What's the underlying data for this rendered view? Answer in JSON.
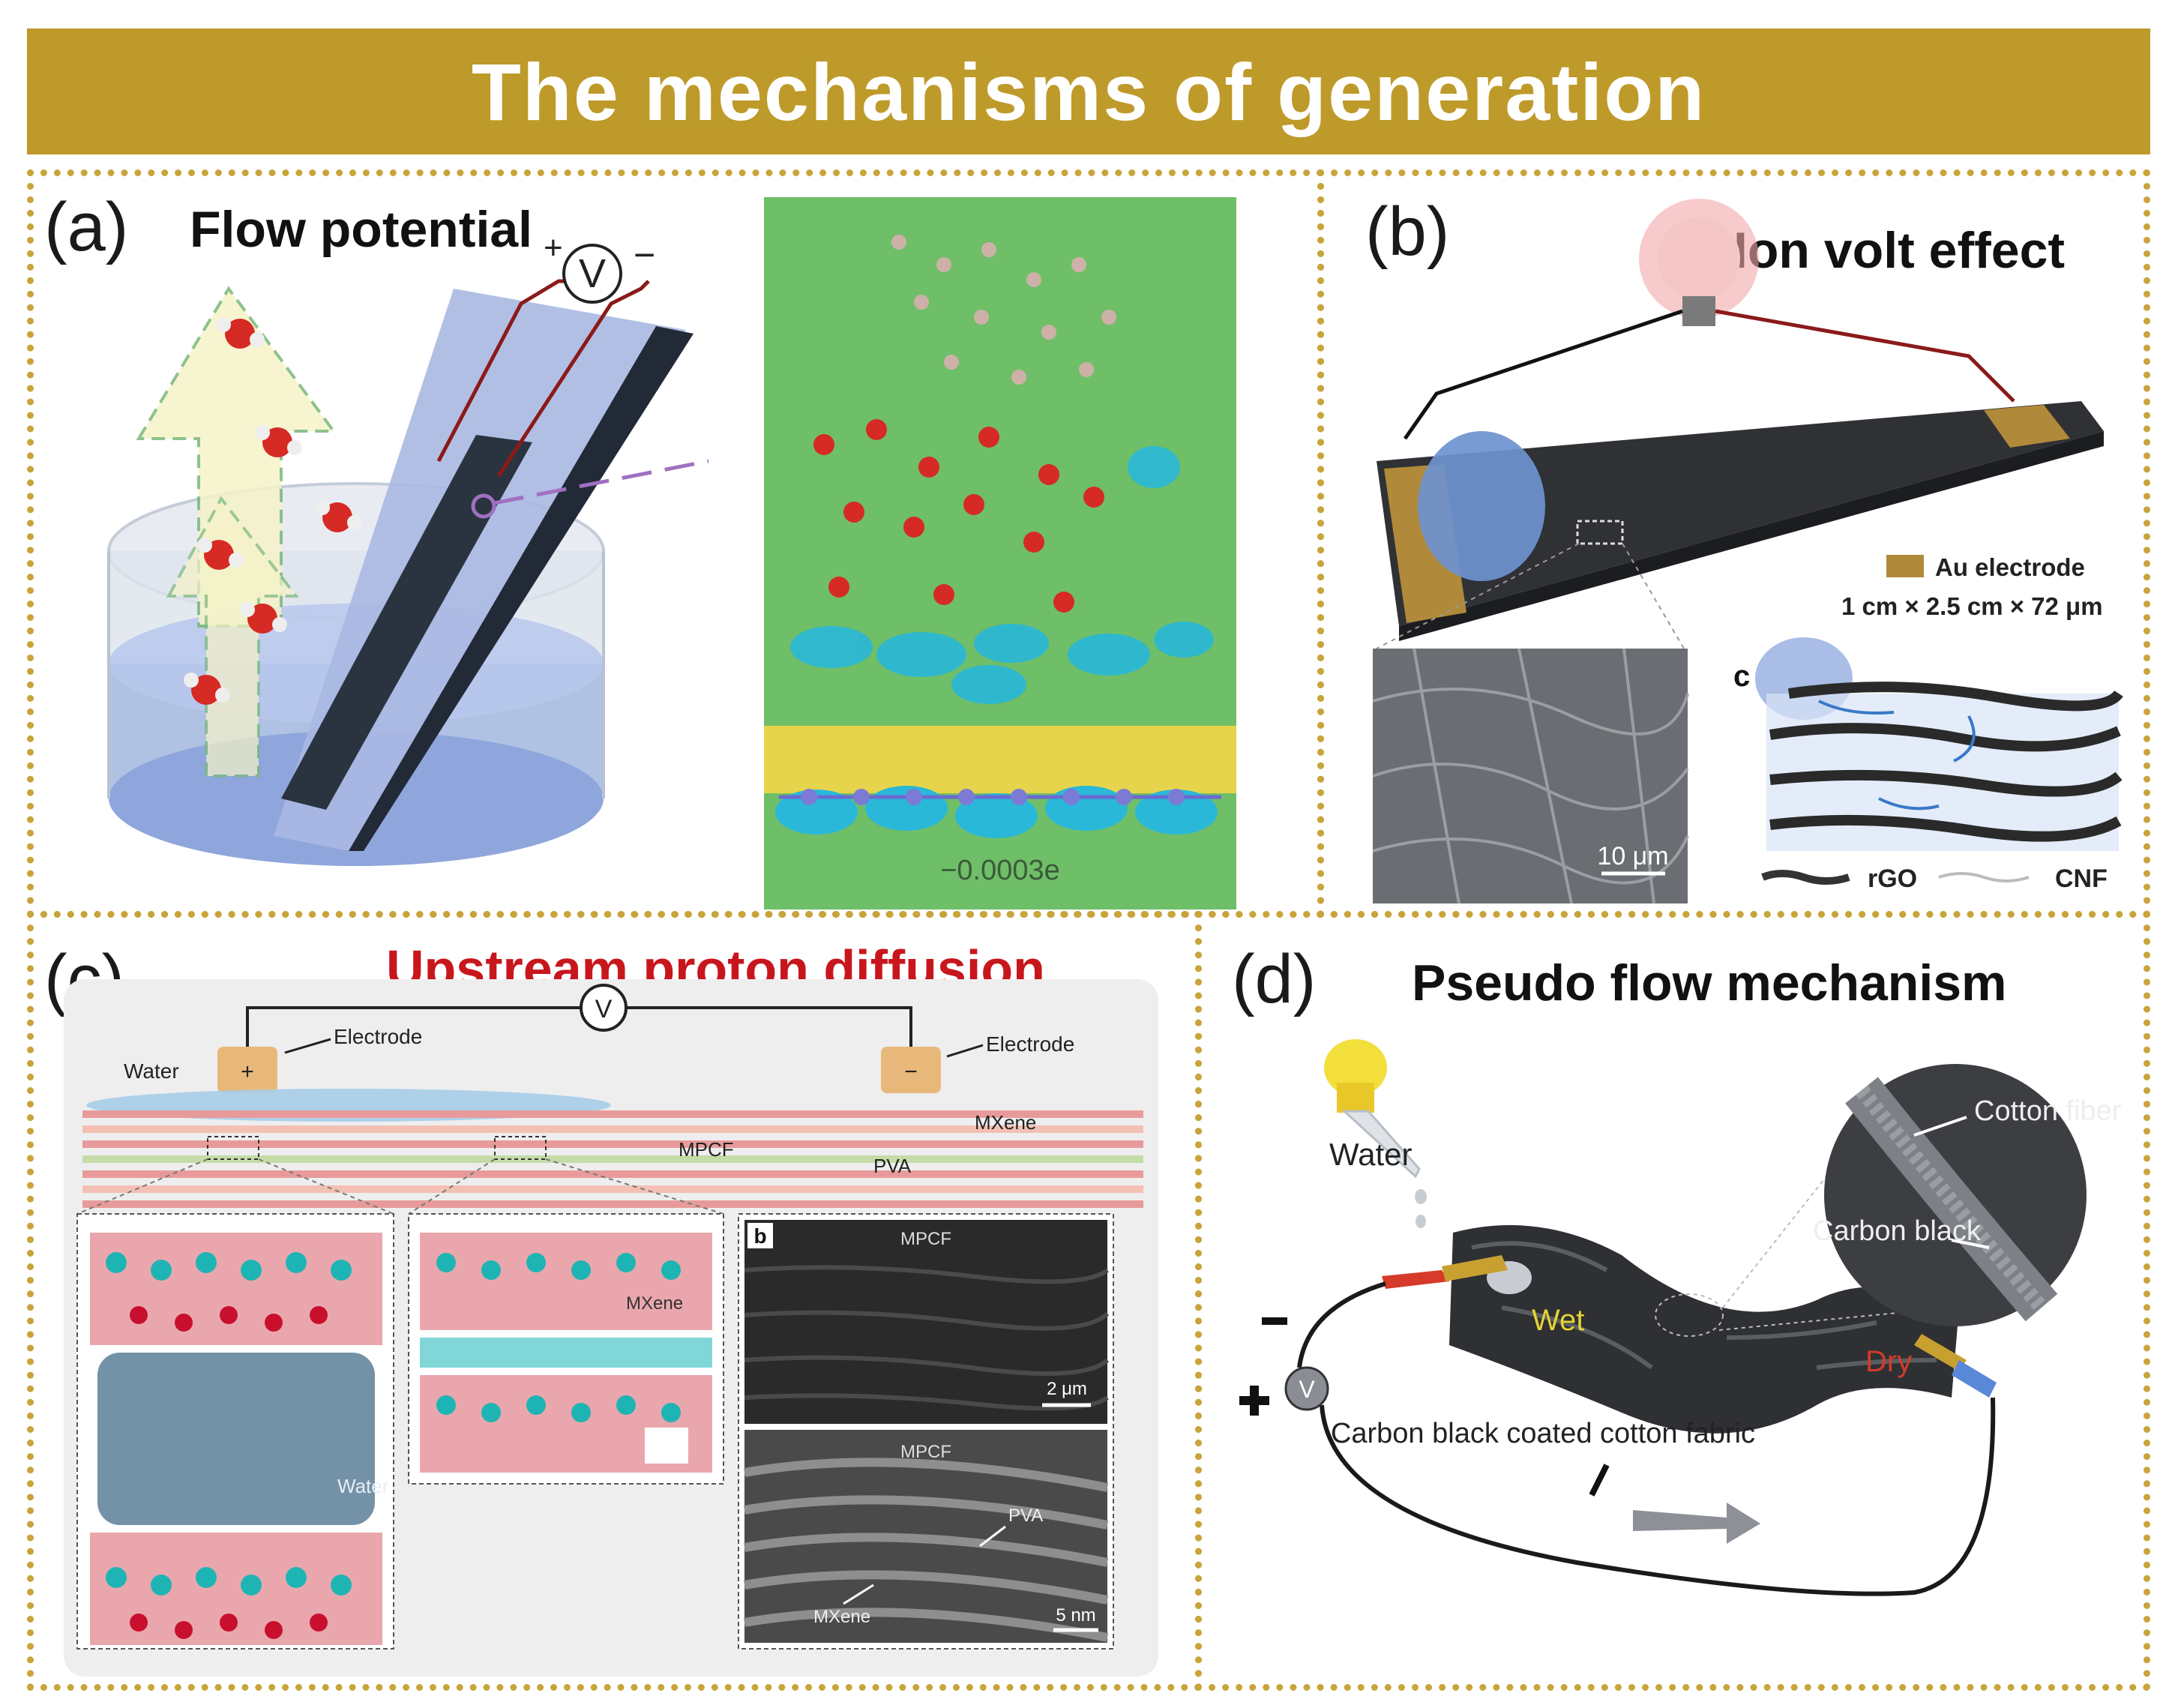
{
  "title": "The mechanisms  of generation",
  "colors": {
    "banner": "#BE9A2A",
    "frame": "#C8A43A",
    "red_heading": "#C8161D"
  },
  "panels": {
    "a": {
      "letter": "(a)",
      "heading": "Flow potential",
      "voltmeter": "V",
      "plus": "+",
      "minus": "−",
      "charge_label": "−0.0003e"
    },
    "b": {
      "letter": "(b)",
      "heading": "Ion volt effect",
      "legend_electrode": "Au electrode",
      "dimensions": "1 cm × 2.5 cm × 72 μm",
      "scale_bar": "10 μm",
      "inset_letter": "c",
      "legend_rgo": "rGO",
      "legend_cnf": "CNF"
    },
    "c": {
      "letter": "(c)",
      "heading": "Upstream proton diffusion",
      "voltmeter": "V",
      "electrode_left": "Electrode",
      "electrode_right": "Electrode",
      "plus": "+",
      "minus": "−",
      "water": "Water",
      "mpcf": "MPCF",
      "mxene": "MXene",
      "pva": "PVA",
      "inset_letter": "b",
      "tem_mpcf_top": "MPCF",
      "scale_top": "2 μm",
      "tem_mpcf_bottom": "MPCF",
      "tem_pva": "PVA",
      "tem_mxene": "MXene",
      "scale_bottom": "5 nm",
      "sim_mxene": "MXene",
      "sim_water": "Water"
    },
    "d": {
      "letter": "(d)",
      "heading": "Pseudo flow mechanism",
      "water": "Water",
      "cotton_fiber": "Cotton fiber",
      "carbon_black": "Carbon black",
      "wet": "Wet",
      "dry": "Dry",
      "fabric": "Carbon black coated cotton fabric",
      "voltmeter": "V",
      "plus": "+",
      "minus": "−"
    }
  }
}
